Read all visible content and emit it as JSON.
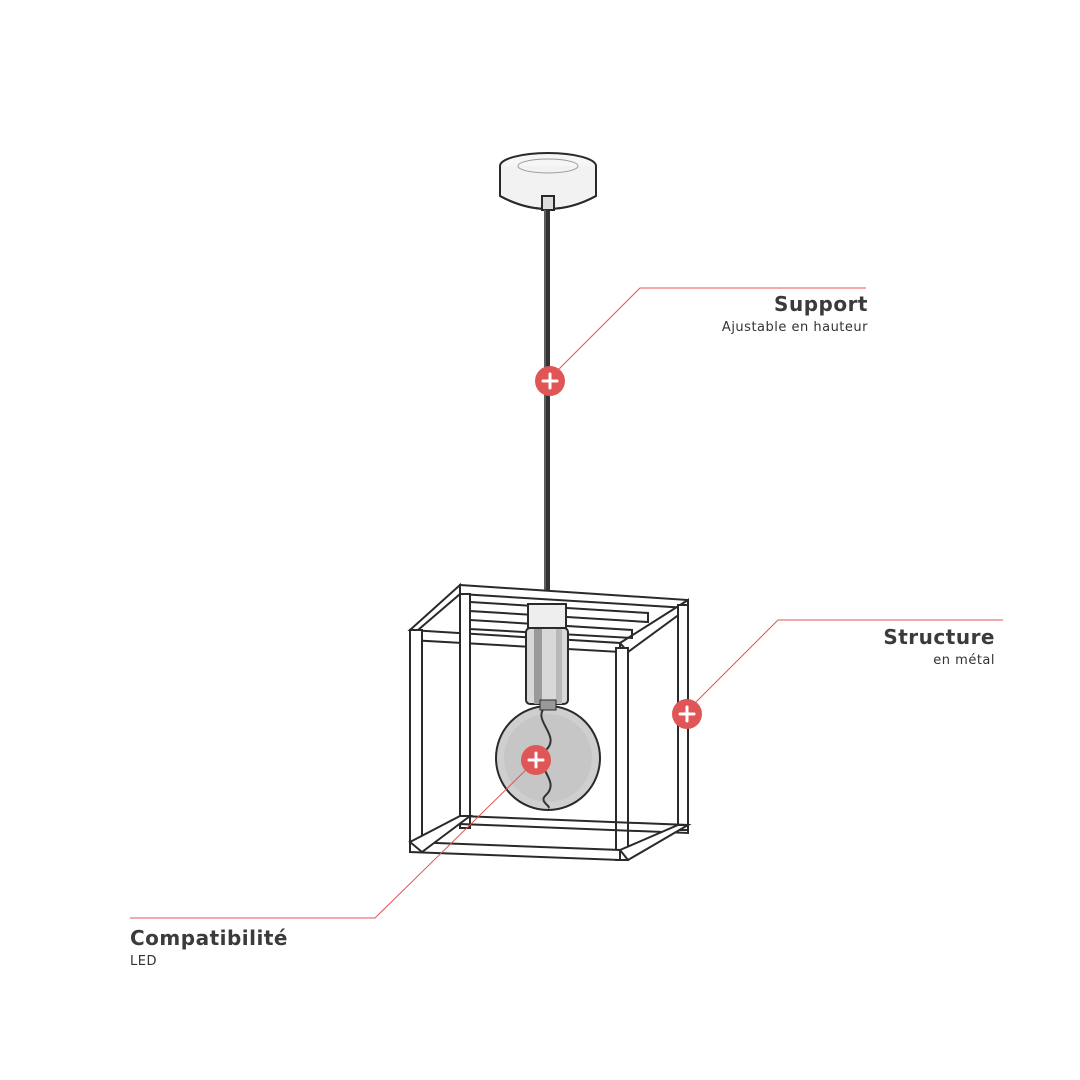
{
  "hotspots": [
    {
      "id": "support",
      "title": "Support",
      "subtitle": "Ajustable en hauteur"
    },
    {
      "id": "structure",
      "title": "Structure",
      "subtitle": "en métal"
    },
    {
      "id": "compat",
      "title": "Compatibilité",
      "subtitle": "LED"
    }
  ],
  "colors": {
    "accent": "#e05555",
    "ink": "#2a2a2a",
    "text": "#3b3b3b"
  },
  "icons": {
    "hotspot": "plus-icon"
  }
}
